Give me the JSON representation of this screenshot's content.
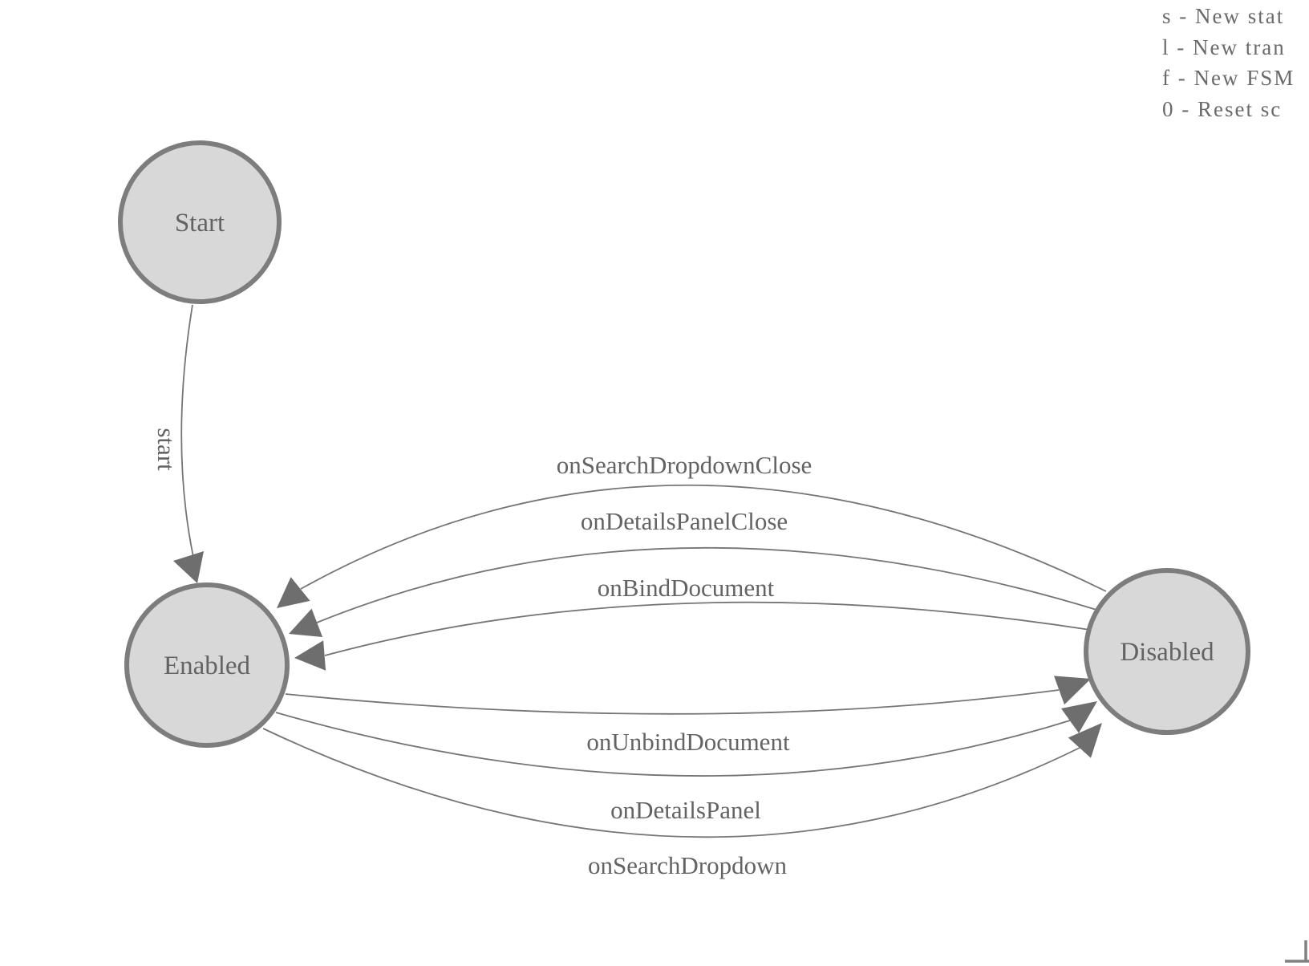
{
  "diagram": {
    "nodes": {
      "start": {
        "label": "Start"
      },
      "enabled": {
        "label": "Enabled"
      },
      "disabled": {
        "label": "Disabled"
      }
    },
    "edges": {
      "start_to_enabled": {
        "label": "start",
        "from": "Start",
        "to": "Enabled"
      },
      "on_search_dropdown_close": {
        "label": "onSearchDropdownClose",
        "from": "Disabled",
        "to": "Enabled"
      },
      "on_details_panel_close": {
        "label": "onDetailsPanelClose",
        "from": "Disabled",
        "to": "Enabled"
      },
      "on_bind_document": {
        "label": "onBindDocument",
        "from": "Disabled",
        "to": "Enabled"
      },
      "on_unbind_document": {
        "label": "onUnbindDocument",
        "from": "Enabled",
        "to": "Disabled"
      },
      "on_details_panel": {
        "label": "onDetailsPanel",
        "from": "Enabled",
        "to": "Disabled"
      },
      "on_search_dropdown": {
        "label": "onSearchDropdown",
        "from": "Enabled",
        "to": "Disabled"
      }
    }
  },
  "legend": {
    "lines": [
      "s - New stat",
      "l - New tran",
      "f - New FSM",
      "0 - Reset sc"
    ]
  },
  "colors": {
    "node_fill": "#d8d8d8",
    "node_stroke": "#7d7d7d",
    "edge_stroke": "#757575",
    "arrowhead": "#6e6e6e",
    "label_text": "#636363",
    "legend_text": "#6a6a6a",
    "background": "#ffffff"
  }
}
